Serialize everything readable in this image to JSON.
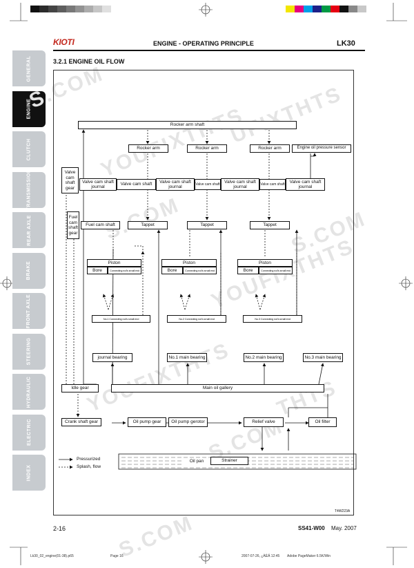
{
  "color_strip": [
    "#111111",
    "#2b2b2b",
    "#444444",
    "#5e5e5e",
    "#787878",
    "#929292",
    "#acacac",
    "#c6c6c6",
    "#e0e0e0"
  ],
  "color_strip_right": [
    "#f3e600",
    "#e6007e",
    "#00a0e9",
    "#1d2088",
    "#009944",
    "#e60012",
    "#111111",
    "#888888",
    "#c8c8c8"
  ],
  "side_tabs": [
    "GENERAL",
    "ENGINE",
    "CLUTCH",
    "TRANSMISSION",
    "REAR AXLE",
    "BRAKE",
    "FRONT AXLE",
    "STEERING",
    "HYDRAULIC",
    "ELECTRIC",
    "INDEX"
  ],
  "active_tab": "ENGINE",
  "header": {
    "logo": "KIOTI",
    "center": "ENGINE - OPERATING PRINCIPLE",
    "right": "LK30"
  },
  "section_title": "3.2.1 ENGINE OIL FLOW",
  "diagram": {
    "rocker_arm_shaft": "Rocker arm shaft",
    "rocker_arm": "Rocker arm",
    "engine_oil_pressure_sensor": "Engine oil pressure sensor",
    "valve_cam_shaft_gear": "Valve cam shaft gear",
    "valve_cam_shaft_journal": "Valve cam shaft journal",
    "valve_cam_shaft": "Valve cam shaft",
    "fuel_cam_shaft_gear": "Fuel cam shaft gear",
    "fuel_cam_shaft": "Fuel cam shaft",
    "tappet": "Tappet",
    "piston": "Piston",
    "bore": "Bore",
    "connecting_rod_small_end": "Connecting rod's small end",
    "conrod_big_end": [
      "No.1 Connecting rod's small end",
      "No.2 Connecting rod's small end",
      "No.3 Connecting rod's small end"
    ],
    "journal_bearing": "journal bearing",
    "main_bearings": [
      "No.1 main bearing",
      "No.2 main bearing",
      "No.3 main bearing"
    ],
    "idle_gear": "Idle gear",
    "main_oil_gallery": "Main oil gallery",
    "crank_shaft_gear": "Crank shaft gear",
    "oil_pump_gear": "Oil pump gear",
    "oil_pump_gerotor": "Oil pump gerotor",
    "relief_valve": "Relief valve",
    "oil_filter": "Oil filter",
    "oil_pan": "Oil pan",
    "strainer": "Strainer",
    "legend_pressurized": "Pressurized",
    "legend_splash": "Splash, flow",
    "figure_code": "T4W223A"
  },
  "footer": {
    "page": "2-16",
    "doc_code": "SS41-W00",
    "date": "May. 2007"
  },
  "print_slug": {
    "file": "Lk30_02_engine(01-38).p65",
    "page": "Page 16",
    "timestamp": "2007-07-26, ¿ÀÈÄ 12:45",
    "app": "Adobe PageMaker 6.5K/Win"
  }
}
